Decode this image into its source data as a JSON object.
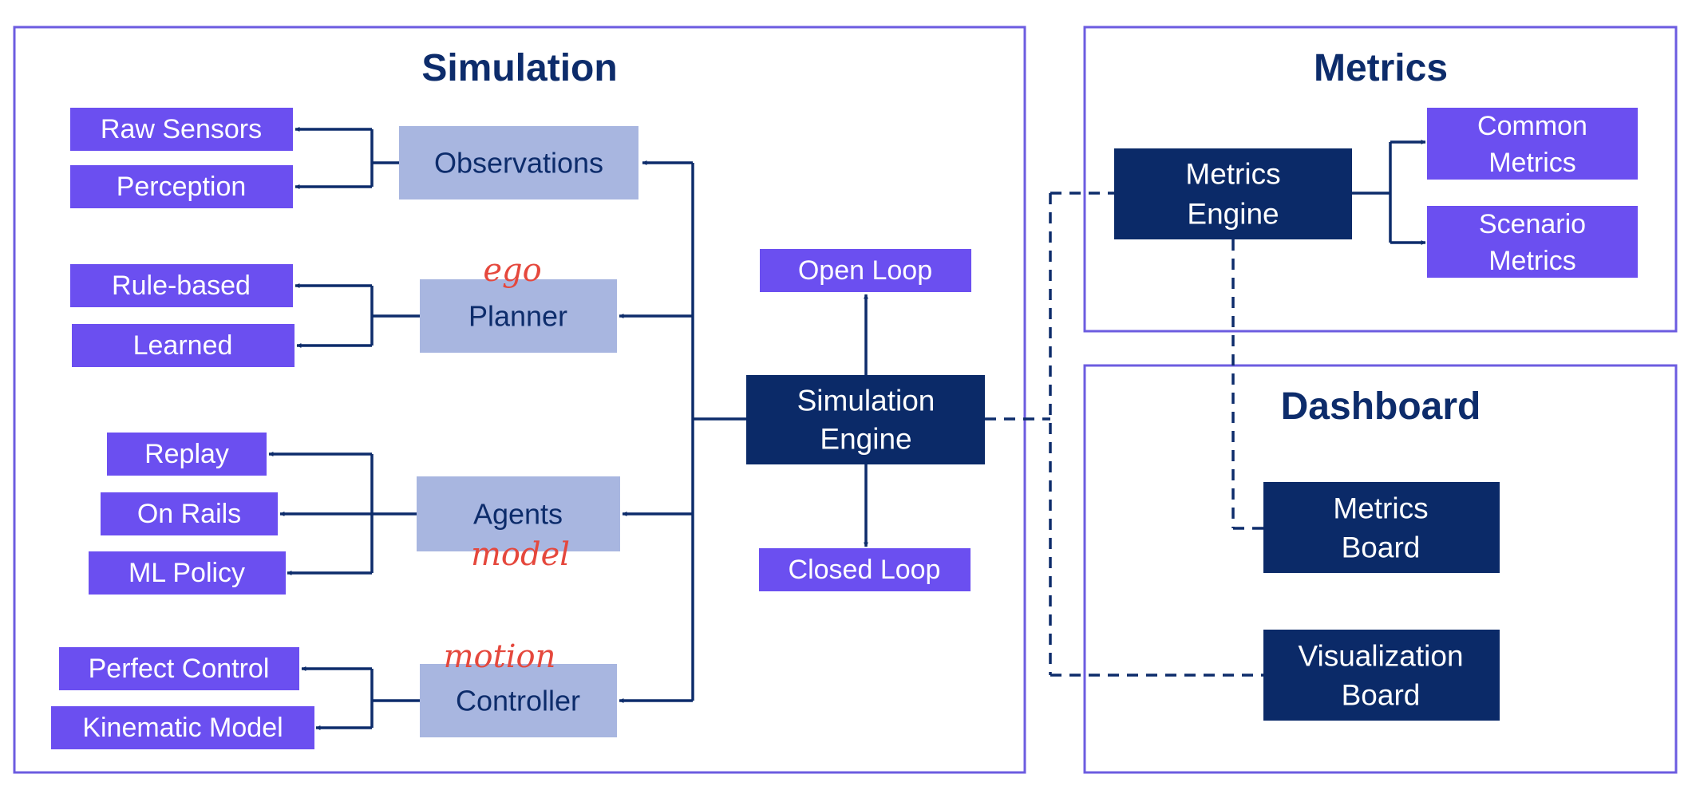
{
  "panels": {
    "simulation": {
      "title": "Simulation"
    },
    "metrics": {
      "title": "Metrics"
    },
    "dashboard": {
      "title": "Dashboard"
    }
  },
  "simulation": {
    "observations": {
      "label": "Observations",
      "children": [
        "Raw Sensors",
        "Perception"
      ]
    },
    "planner": {
      "label": "Planner",
      "annotation": "ego",
      "children": [
        "Rule-based",
        "Learned"
      ]
    },
    "agents": {
      "label": "Agents",
      "annotation": "model",
      "children": [
        "Replay",
        "On Rails",
        "ML Policy"
      ]
    },
    "controller": {
      "label": "Controller",
      "annotation": "motion",
      "children": [
        "Perfect Control",
        "Kinematic Model"
      ]
    },
    "engine": {
      "lines": [
        "Simulation",
        "Engine"
      ]
    },
    "open_loop": "Open Loop",
    "closed_loop": "Closed Loop"
  },
  "metrics": {
    "engine": {
      "lines": [
        "Metrics",
        "Engine"
      ]
    },
    "common": {
      "lines": [
        "Common",
        "Metrics"
      ]
    },
    "scenario": {
      "lines": [
        "Scenario",
        "Metrics"
      ]
    }
  },
  "dashboard": {
    "metrics_board": {
      "lines": [
        "Metrics",
        "Board"
      ]
    },
    "visualization_board": {
      "lines": [
        "Visualization",
        "Board"
      ]
    }
  },
  "colors": {
    "panel_border": "#6c5ce0",
    "title": "#0d2c6b",
    "leaf_box": "#6b4ff0",
    "module_box": "#a8b6e0",
    "engine_box": "#0b2a68",
    "annotation": "#e5483d"
  }
}
